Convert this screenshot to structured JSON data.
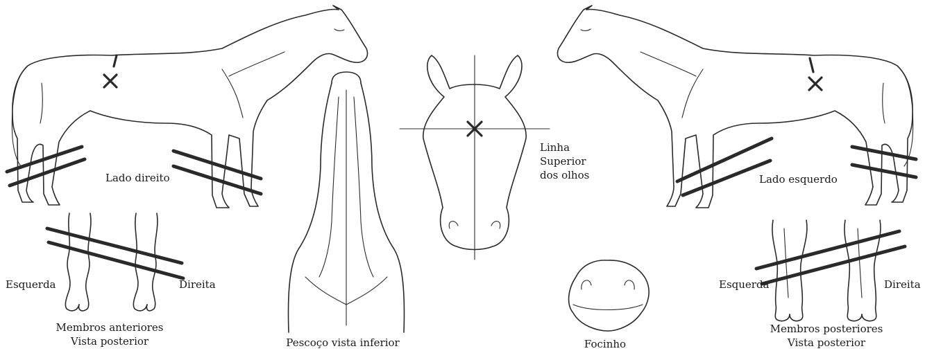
{
  "labels": {
    "right_side": "Lado direito",
    "left_side": "Lado esquerdo",
    "eye_line_1": "Linha",
    "eye_line_2": "Superior",
    "eye_line_3": "dos olhos",
    "fore_left": "Esquerda",
    "fore_right": "Direita",
    "fore_title_1": "Membros anteriores",
    "fore_title_2": "Vista posterior",
    "neck_title": "Pescoço vista inferior",
    "muzzle_title": "Focinho",
    "hind_left": "Esquerda",
    "hind_right": "Direita",
    "hind_title_1": "Membros posteriores",
    "hind_title_2": "Vista posterior"
  },
  "colors": {
    "line": "#2a2a2a",
    "background": "#ffffff"
  }
}
